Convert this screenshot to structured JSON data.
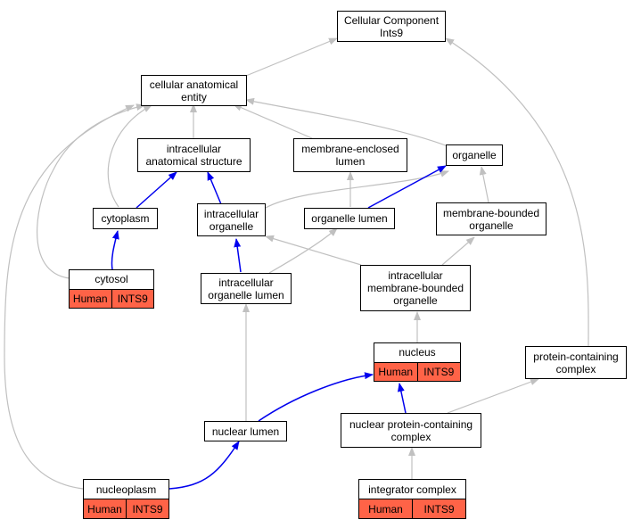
{
  "colors": {
    "direct": "#0000ee",
    "inferred": "#c0c0c0",
    "annotation": "#ff6347"
  },
  "nodes": {
    "root": "Cellular Component\nInts9",
    "cae": "cellular anatomical\nentity",
    "ias": "intracellular\nanatomical structure",
    "mel": "membrane-enclosed\nlumen",
    "org": "organelle",
    "cyto": "cytoplasm",
    "io": "intracellular\norganelle",
    "ol": "organelle lumen",
    "mbo": "membrane-bounded\norganelle",
    "iol": "intracellular\norganelle lumen",
    "imbo": "intracellular\nmembrane-bounded\norganelle",
    "pcc": "protein-containing\ncomplex",
    "nl": "nuclear lumen",
    "npcc": "nuclear protein-containing\ncomplex"
  },
  "annotated": {
    "cytosol": {
      "label": "cytosol",
      "species": "Human",
      "gene": "INTS9"
    },
    "nucleus": {
      "label": "nucleus",
      "species": "Human",
      "gene": "INTS9"
    },
    "nucleoplasm": {
      "label": "nucleoplasm",
      "species": "Human",
      "gene": "INTS9"
    },
    "integrator": {
      "label": "integrator complex",
      "species": "Human",
      "gene": "INTS9"
    }
  }
}
